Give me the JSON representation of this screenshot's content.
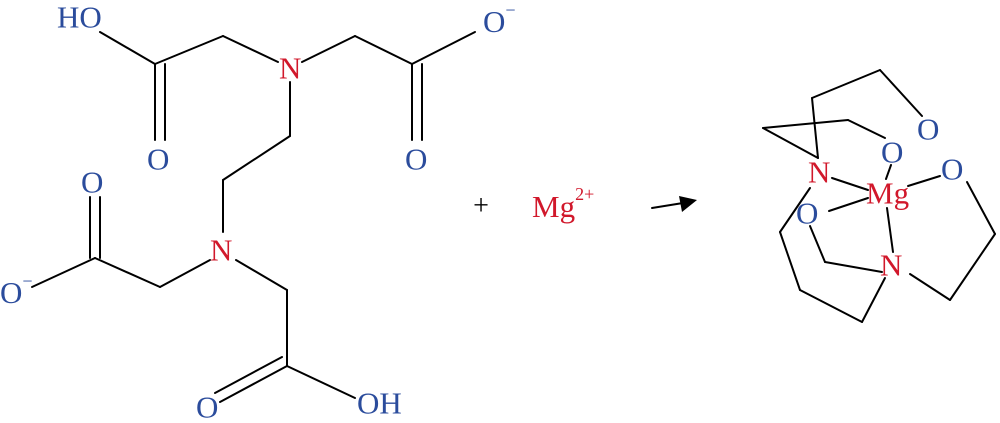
{
  "colors": {
    "oxygen": "#2b4c9c",
    "nitrogen": "#d1182b",
    "metal": "#d1182b",
    "bond": "#000000"
  },
  "edta": {
    "ho_top": "HO",
    "n_top": "N",
    "o_left_carbonyl": "O",
    "o_right_carbonyl": "O",
    "o_minus_top": "O",
    "o_minus_top_charge": "−",
    "n_bottom": "N",
    "o_upper_left_carbonyl": "O",
    "o_minus_left": "O",
    "o_minus_left_charge": "−",
    "o_bottom_carbonyl": "O",
    "oh_bottom": "OH"
  },
  "reaction": {
    "plus": "+",
    "metal": "Mg",
    "metal_charge": "2+"
  },
  "complex": {
    "n_upper": "N",
    "n_lower": "N",
    "metal": "Mg",
    "o_top_right": "O",
    "o_mid": "O",
    "o_right": "O",
    "o_left": "O"
  }
}
